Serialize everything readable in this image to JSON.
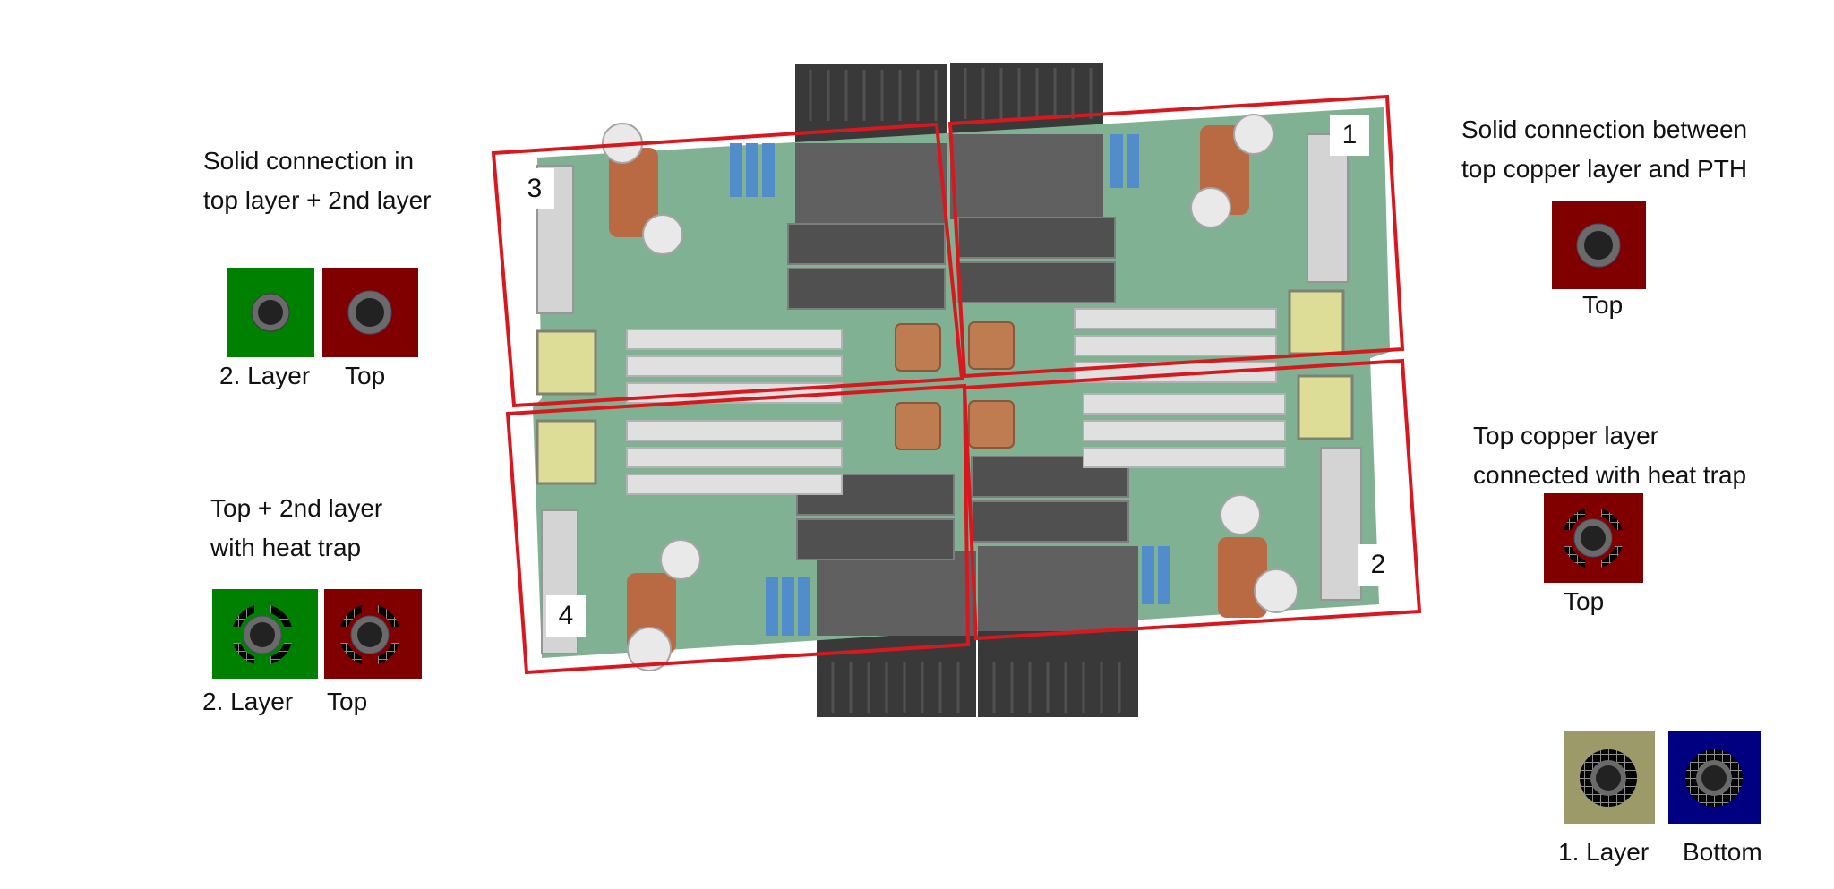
{
  "colors": {
    "second_layer": "#008000",
    "top_layer": "#800000",
    "first_layer": "#9c9a68",
    "bottom_layer": "#000080",
    "region_outline": "#d7191f",
    "board_green": "#3f8a5a"
  },
  "annotations": {
    "solid_top_2nd": {
      "lines": [
        "Solid connection in",
        "top layer + 2nd layer"
      ],
      "pads": [
        {
          "label": "2. Layer",
          "layer": "second_layer",
          "style": "solid"
        },
        {
          "label": "Top",
          "layer": "top_layer",
          "style": "solid"
        }
      ]
    },
    "heat_trap_top_2nd": {
      "lines": [
        "Top + 2nd layer",
        "with heat trap"
      ],
      "pads": [
        {
          "label": "2. Layer",
          "layer": "second_layer",
          "style": "heat-trap"
        },
        {
          "label": "Top",
          "layer": "top_layer",
          "style": "heat-trap"
        }
      ]
    },
    "solid_top_pth": {
      "lines": [
        "Solid connection between",
        "top copper layer and PTH"
      ],
      "pads": [
        {
          "label": "Top",
          "layer": "top_layer",
          "style": "solid"
        }
      ]
    },
    "top_heat_trap": {
      "lines": [
        "Top copper layer",
        "connected with heat trap"
      ],
      "pads": [
        {
          "label": "Top",
          "layer": "top_layer",
          "style": "heat-trap"
        }
      ]
    },
    "inner_bottom": {
      "pads": [
        {
          "label": "1. Layer",
          "layer": "first_layer",
          "style": "isolated"
        },
        {
          "label": "Bottom",
          "layer": "bottom_layer",
          "style": "isolated"
        }
      ]
    }
  },
  "pcb": {
    "regions": [
      {
        "number": "1"
      },
      {
        "number": "2"
      },
      {
        "number": "3"
      },
      {
        "number": "4"
      }
    ]
  }
}
